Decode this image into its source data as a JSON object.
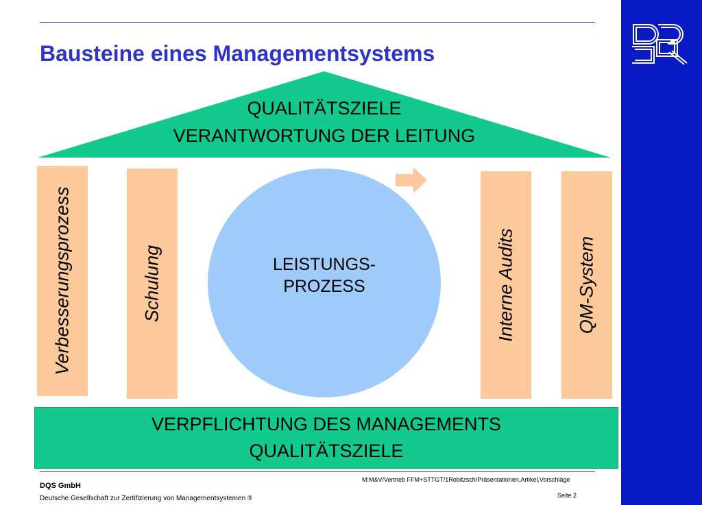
{
  "slide": {
    "title": "Bausteine eines Managementsystems",
    "roof": {
      "line1": "QUALITÄTSZIELE",
      "line2": "VERANTWORTUNG DER LEITUNG"
    },
    "pillars": [
      "Verbesserungsprozess",
      "Schulung",
      "Interne Audits",
      "QM-System"
    ],
    "center": {
      "line1": "LEISTUNGS-",
      "line2": "PROZESS"
    },
    "base": {
      "line1": "VERPFLICHTUNG DES MANAGEMENTS",
      "line2": "QUALITÄTSZIELE"
    }
  },
  "footer": {
    "company": "DQS GmbH",
    "company_desc": "Deutsche Gesellschaft zur Zertifizierung von Managementsystemen ®",
    "path": "M:M&V/Vertrieb FFM+STTGT/1Robitzsch/Präsentationen,Artikel,Vorschläge",
    "page": "Seite  2"
  },
  "colors": {
    "sidebar": "#0b1bc4",
    "title": "#2f34c8",
    "roof": "#13c98d",
    "pillar": "#fcc99b",
    "circle": "#9ecbfa",
    "arrow": "#fcc99b"
  }
}
